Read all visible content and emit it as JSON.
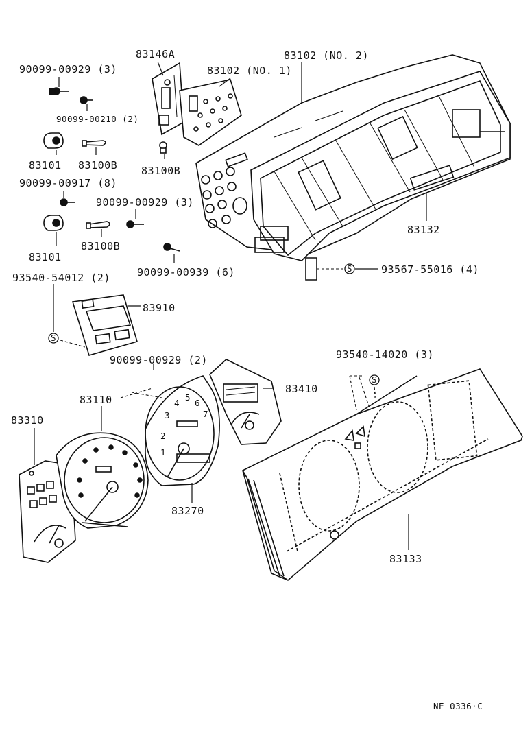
{
  "labels": {
    "l83146A": "83146A",
    "l83102_1": "83102 (NO. 1)",
    "l83102_2": "83102 (NO. 2)",
    "l90099_00929_a": "90099-00929 (3)",
    "l90099_00210": "90099-00210 (2)",
    "l83101_a": "83101",
    "l83100B_a": "83100B",
    "l83100B_b": "83100B",
    "l90099_00917": "90099-00917 (8)",
    "l90099_00929_b": "90099-00929 (3)",
    "l83101_b": "83101",
    "l83100B_c": "83100B",
    "l90099_00939": "90099-00939 (6)",
    "l83132": "83132",
    "l93567_55016": "93567-55016 (4)",
    "l93540_54012": "93540-54012 (2)",
    "l83910": "83910",
    "l90099_00929_c": "90099-00929 (2)",
    "l93540_14020": "93540-14020 (3)",
    "l83110": "83110",
    "l83410": "83410",
    "l83310": "83310",
    "l83270": "83270",
    "l83133": "83133",
    "drawing_code": "NE  0336·C"
  },
  "symbols": {
    "s_mark": "S"
  }
}
